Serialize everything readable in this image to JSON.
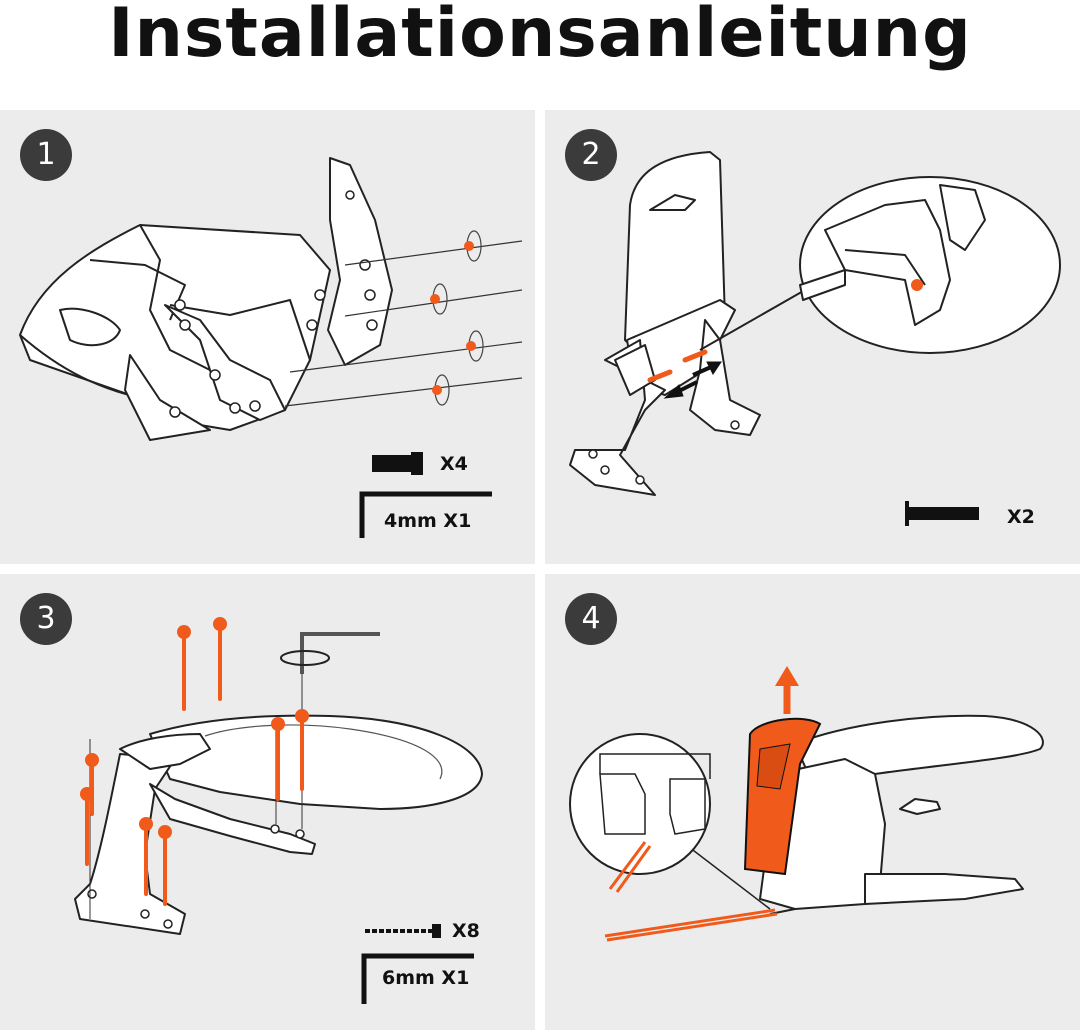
{
  "title": "Installationsanleitung",
  "colors": {
    "accent": "#f05a1a",
    "panel": "#ececed",
    "badge": "#3b3b3b",
    "line": "#111111"
  },
  "steps": [
    {
      "number": "1",
      "parts": [
        {
          "icon": "bolt-icon",
          "label": "X4"
        },
        {
          "icon": "allen-key-icon",
          "label": "4mm X1"
        }
      ]
    },
    {
      "number": "2",
      "parts": [
        {
          "icon": "pin-icon",
          "label": "X2"
        }
      ]
    },
    {
      "number": "3",
      "parts": [
        {
          "icon": "screw-icon",
          "label": "X8"
        },
        {
          "icon": "allen-key-icon",
          "label": "6mm X1"
        }
      ]
    },
    {
      "number": "4",
      "parts": []
    }
  ]
}
